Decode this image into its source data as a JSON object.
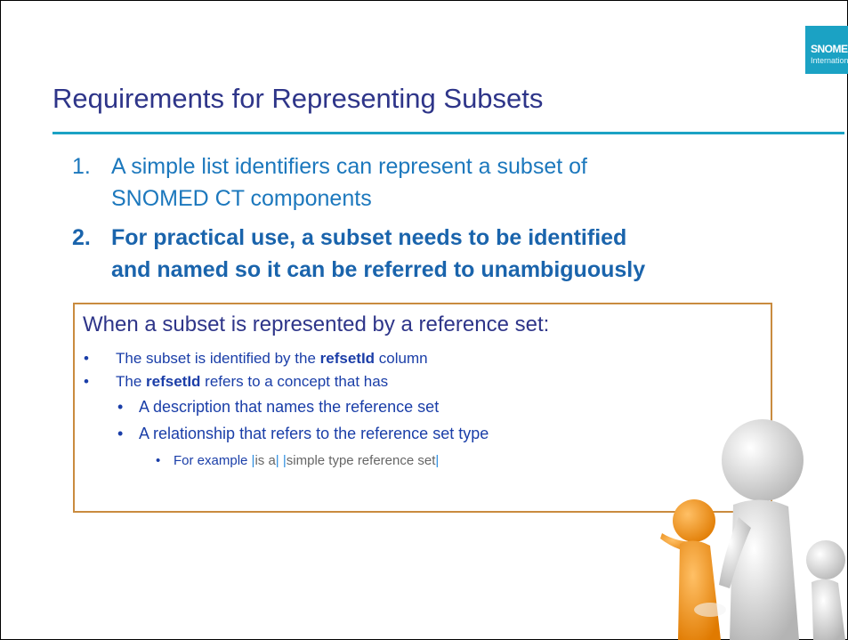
{
  "logo": {
    "line1": "SNOMED",
    "line2": "International"
  },
  "title": "Requirements for Representing Subsets",
  "list": [
    {
      "num": "1.",
      "line1": "A simple list identifiers can represent a subset of",
      "line2": "SNOMED CT components"
    },
    {
      "num": "2.",
      "line1": "For practical use, a subset needs to be identified",
      "line2": "and named so it can be referred to unambiguously"
    }
  ],
  "box": {
    "heading": "When a subset is represented by a reference set:",
    "b1": {
      "pre": "The subset is identified by the ",
      "kw": "refsetId",
      "post": " column"
    },
    "b2": {
      "pre": "The ",
      "kw": "refsetId",
      "post": " refers to a concept that has"
    },
    "b3": "A description that names the reference set",
    "b4": "A relationship that refers to the reference set type",
    "b5": {
      "pre": "For example ",
      "bar": "|",
      "t1": "is a",
      "t2": "simple type reference set"
    }
  },
  "colors": {
    "title": "#2e3589",
    "accent": "#1ba2c4",
    "box_border": "#c98b3f",
    "text": "#1c78bd"
  },
  "images": {
    "people": "figures-pointing-illustration"
  }
}
